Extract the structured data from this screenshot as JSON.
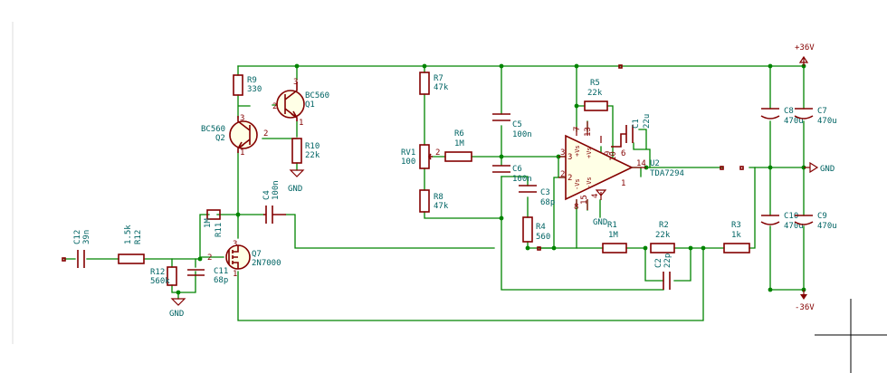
{
  "components": [
    {
      "id": "C12",
      "ref": "C12",
      "value": "39n"
    },
    {
      "id": "R12a",
      "ref": "R12",
      "value": "1.5k"
    },
    {
      "id": "R12b",
      "ref": "R12",
      "value": "560k"
    },
    {
      "id": "C11",
      "ref": "C11",
      "value": "68p"
    },
    {
      "id": "R11",
      "ref": "R11",
      "value": "1M"
    },
    {
      "id": "Q7",
      "ref": "Q7",
      "value": "2N7000"
    },
    {
      "id": "C4",
      "ref": "C4",
      "value": "100n"
    },
    {
      "id": "R9",
      "ref": "R9",
      "value": "330"
    },
    {
      "id": "Q1",
      "ref": "Q1",
      "value": "BC560"
    },
    {
      "id": "Q2",
      "ref": "Q2",
      "value": "BC560"
    },
    {
      "id": "R10",
      "ref": "R10",
      "value": "22k"
    },
    {
      "id": "R7",
      "ref": "R7",
      "value": "47k"
    },
    {
      "id": "RV1",
      "ref": "RV1",
      "value": "100"
    },
    {
      "id": "R8",
      "ref": "R8",
      "value": "47k"
    },
    {
      "id": "R6",
      "ref": "R6",
      "value": "1M"
    },
    {
      "id": "C5",
      "ref": "C5",
      "value": "100n"
    },
    {
      "id": "C6",
      "ref": "C6",
      "value": "100n"
    },
    {
      "id": "C3",
      "ref": "C3",
      "value": "68p"
    },
    {
      "id": "R4",
      "ref": "R4",
      "value": "560"
    },
    {
      "id": "R5",
      "ref": "R5",
      "value": "22k"
    },
    {
      "id": "C1",
      "ref": "C1",
      "value": "22u"
    },
    {
      "id": "U2",
      "ref": "U2",
      "value": "TDA7294"
    },
    {
      "id": "R1",
      "ref": "R1",
      "value": "1M"
    },
    {
      "id": "R2",
      "ref": "R2",
      "value": "22k"
    },
    {
      "id": "C2",
      "ref": "C2",
      "value": "22p"
    },
    {
      "id": "R3",
      "ref": "R3",
      "value": "1k"
    },
    {
      "id": "C8",
      "ref": "C8",
      "value": "470u"
    },
    {
      "id": "C7",
      "ref": "C7",
      "value": "470u"
    },
    {
      "id": "C10",
      "ref": "C10",
      "value": "470u"
    },
    {
      "id": "C9",
      "ref": "C9",
      "value": "470u"
    }
  ],
  "power": {
    "pos": "+36V",
    "neg": "-36V",
    "gnd": "GND"
  },
  "pins": {
    "q": {
      "b": "2",
      "c": "1",
      "e": "3"
    },
    "q7": {
      "g": "2",
      "d": "3",
      "s": "1"
    },
    "rv1": "2",
    "ic": {
      "p3": "3",
      "p2": "2",
      "p7": "7",
      "p13": "13",
      "p6": "6",
      "p14": "14",
      "p8": "8",
      "p15": "15",
      "p4": "4",
      "p9": "9",
      "p10": "10",
      "p1": "1"
    },
    "ic_inner": {
      "vs_pos_a": "+Vs",
      "vs_pos_b": "+Vs",
      "vs_neg_a": "-Vs",
      "vs_neg_b": "-Vs"
    }
  }
}
